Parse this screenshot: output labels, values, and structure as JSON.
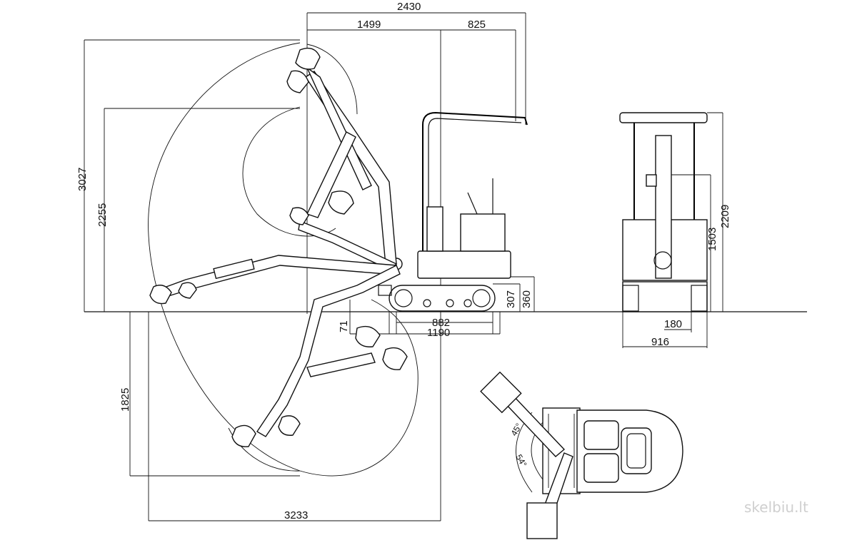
{
  "dimensions": {
    "total_length": "2430",
    "front_reach": "1499",
    "rear_length": "825",
    "max_height": "3027",
    "dump_height": "2255",
    "height_307": "307",
    "height_360": "360",
    "depth_71": "71",
    "track_882": "882",
    "track_1190": "1190",
    "dig_depth": "1825",
    "reach": "3233",
    "front_height_2209": "2209",
    "front_height_1503": "1503",
    "track_width_180": "180",
    "total_width_916": "916"
  },
  "swing_angles": {
    "left": "45°",
    "right": "54°"
  },
  "watermark": "skelbiu.lt"
}
